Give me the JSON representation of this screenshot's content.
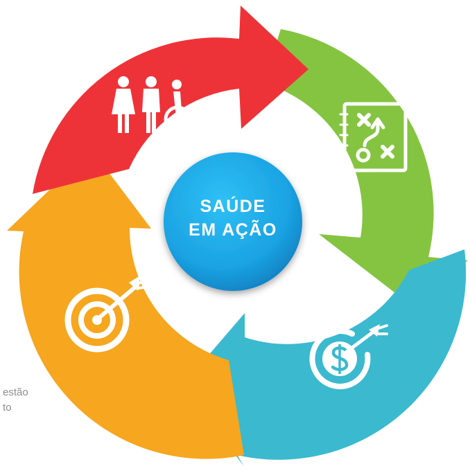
{
  "center": {
    "line1": "SAÚDE",
    "line2": "EM AÇÃO"
  },
  "caption": {
    "line1": "estão",
    "line2": "to"
  },
  "colors": {
    "red": "#ee3338",
    "green": "#85c441",
    "blue": "#3bb9cf",
    "orange": "#f6a61f",
    "center_fill": "#1aa2e2",
    "icon": "#ffffff",
    "caption_text": "#8c8c8c"
  },
  "segments": [
    {
      "color": "red",
      "icon": "people-accessibility-icon"
    },
    {
      "color": "green",
      "icon": "strategy-plan-icon"
    },
    {
      "color": "blue",
      "icon": "dollar-target-icon"
    },
    {
      "color": "orange",
      "icon": "target-arrow-icon"
    }
  ]
}
